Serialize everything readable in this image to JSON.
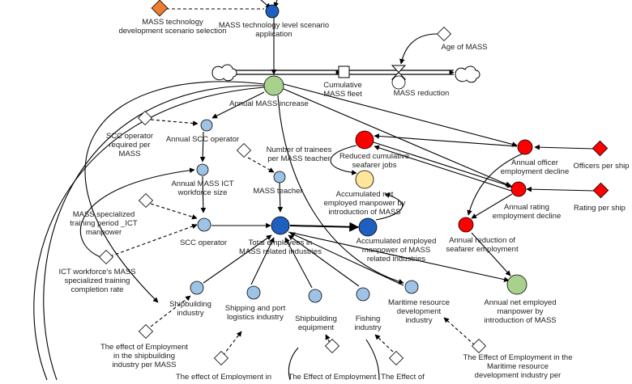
{
  "colors": {
    "blue_light": "#9fc3e7",
    "blue_dark": "#1f5fbf",
    "green": "#a9d18e",
    "red": "#ff0000",
    "yellow": "#ffe699",
    "orange": "#ed7d31",
    "line": "#000000"
  },
  "labels": {
    "tech_selection": [
      "MASS technology",
      "development scenario selection"
    ],
    "tech_application": [
      "MASS technology level scenario",
      "application"
    ],
    "age": [
      "Age of MASS"
    ],
    "cumulative_fleet": [
      "Cumulative",
      "MASS fleet"
    ],
    "reduction": [
      "MASS reduction"
    ],
    "annual_increase": [
      "Annual MASS increase"
    ],
    "scc_required": [
      "SCC operator",
      "required per",
      "MASS"
    ],
    "annual_scc": [
      "Annual SCC operator"
    ],
    "trainees": [
      "Number of trainees",
      "per MASS teacher"
    ],
    "reduced_jobs": [
      "Reduced cumulative",
      "seafarer jobs"
    ],
    "officer_decline": [
      "Annual officer",
      "employment decline"
    ],
    "officers_per_ship": [
      "Officers per ship"
    ],
    "ict_size": [
      "Annual MASS ICT",
      "workforce size"
    ],
    "mass_teacher": [
      "MASS teacher"
    ],
    "accum_net": [
      "Accumulated net",
      "employed manpower by",
      "introduction of MASS"
    ],
    "rating_decline": [
      "Annual rating",
      "employment decline"
    ],
    "rating_per_ship": [
      "Rating per ship"
    ],
    "training_period": [
      "MASS specialized",
      "training period _ICT",
      "manpower"
    ],
    "scc_operator": [
      "SCC operator"
    ],
    "total_employees": [
      "Total employees in",
      "MASS related industries"
    ],
    "accum_employed": [
      "Accumulated employed",
      "manpower of MASS",
      "related industries"
    ],
    "annual_reduction": [
      "Annual reduction of",
      "seafarer employment"
    ],
    "ict_completion": [
      "ICT workforce's MASS",
      "specialized training",
      "completion rate"
    ],
    "shipbuilding_industry": [
      "Shipbuilding",
      "industry"
    ],
    "maritime_resource": [
      "Maritime resource",
      "development",
      "industry"
    ],
    "annual_net": [
      "Annual net employed",
      "manpower by",
      "introduction of MASS"
    ],
    "shipping_port": [
      "Shipping and port",
      "logistics industry"
    ],
    "shipbuilding_equipment": [
      "Shipbuilding",
      "equipment"
    ],
    "fishing": [
      "Fishing",
      "industry"
    ],
    "effect_shipbuilding": [
      "The effect of Employment",
      "in the shipbuilding",
      "industry per MASS"
    ],
    "effect_maritime": [
      "The Effect of Employment in the",
      "Maritime resource",
      "development industry per"
    ],
    "effect_bottom_left": [
      "The effect of Employment in"
    ],
    "effect_bottom_mid": [
      "The Effect of Employment"
    ],
    "effect_bottom_right": [
      "The Effect of"
    ]
  }
}
